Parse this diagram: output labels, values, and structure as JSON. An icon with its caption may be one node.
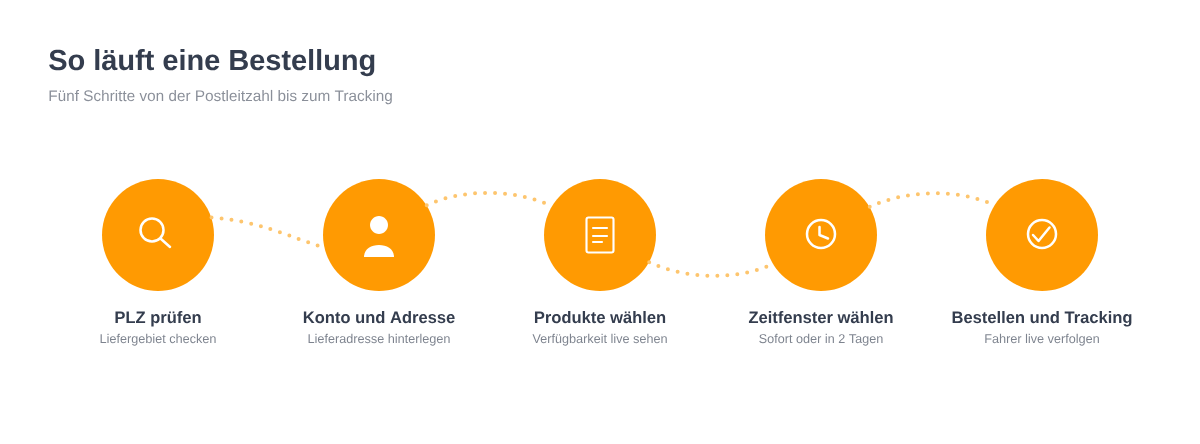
{
  "diagram": {
    "title": "So läuft eine Bestellung",
    "nodes": [
      {
        "text": [
          "PLZ prüfen",
          "Liefergebiet checken"
        ]
      },
      {
        "text": [
          "Konto und Adresse",
          "Lieferadresse hinterlegen"
        ]
      },
      {
        "text": [
          "Produkte wählen",
          "Verfügbarkeit live sehen"
        ]
      },
      {
        "text": [
          "Zeitfenster wählen",
          "Sofort oder in 2 Tagen"
        ]
      },
      {
        "text": [
          "Bestellen und Tracking",
          "Fahrer live verfolgen"
        ]
      }
    ],
    "edges": [
      {
        "from": 0,
        "to": 1,
        "arrow": "none"
      },
      {
        "from": 1,
        "to": 2,
        "arrow": "none"
      },
      {
        "from": 2,
        "to": 3,
        "arrow": "none"
      },
      {
        "from": 3,
        "to": 4,
        "arrow": "none"
      }
    ],
    "labels": [
      "Fünf Schritte von der Postleitzahl bis zum Tracking"
    ]
  }
}
